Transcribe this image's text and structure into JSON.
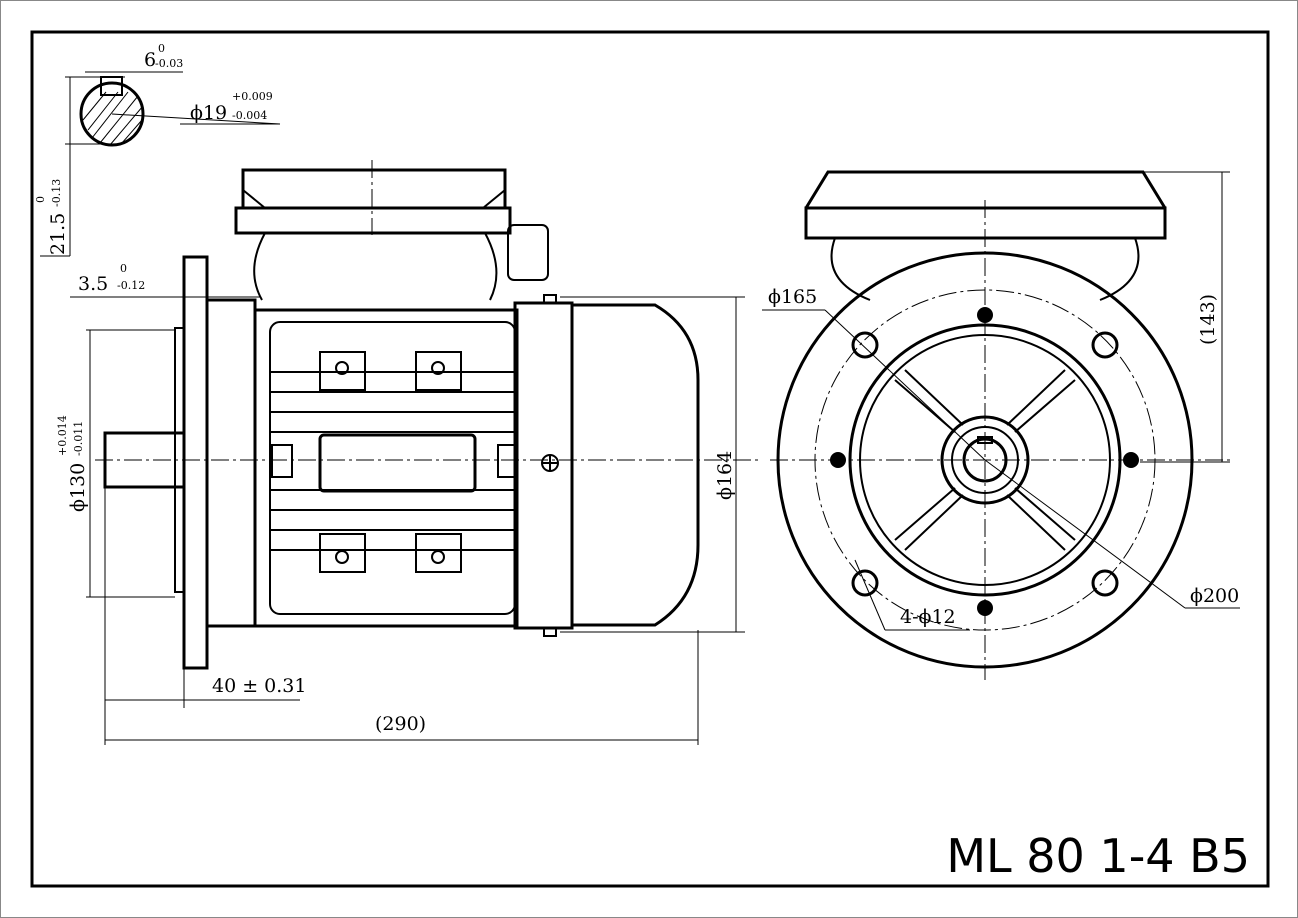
{
  "title": "ML 80 1-4 B5",
  "dimensions": {
    "key_width": {
      "base": "6",
      "upper": "0",
      "lower": "-0.03"
    },
    "shaft_diameter": {
      "base": "ϕ19",
      "upper": "+0.009",
      "lower": "-0.004"
    },
    "key_depth": {
      "base": "21.5",
      "upper": "0",
      "lower": "-0.13"
    },
    "flange_thickness": {
      "base": "3.5",
      "upper": "0",
      "lower": "-0.12"
    },
    "spigot_diameter": {
      "base": "ϕ130",
      "upper": "+0.014",
      "lower": "-0.011"
    },
    "shaft_length": "40 ± 0.31",
    "overall_length": "(290)",
    "body_diameter": "ϕ164",
    "pcd": "ϕ165",
    "flange_diameter": "ϕ200",
    "holes": "4-ϕ12",
    "height": "(143)"
  }
}
